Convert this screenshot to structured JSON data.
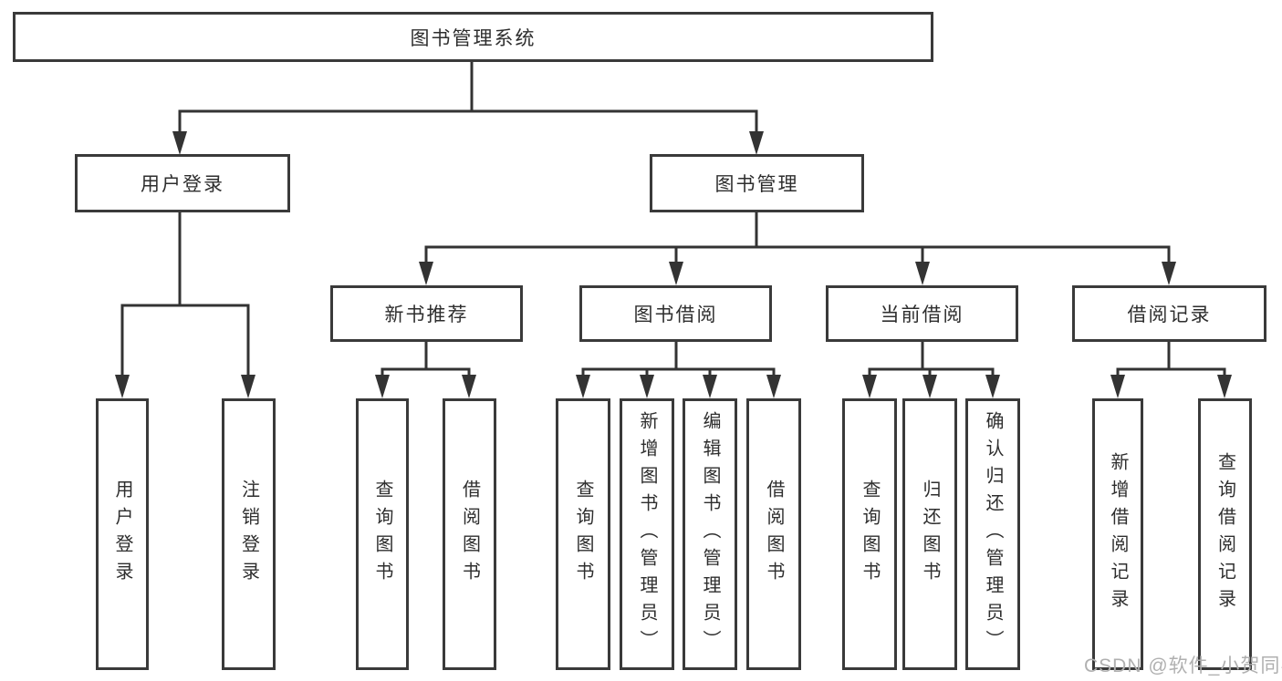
{
  "diagram_type": "hierarchy-tree",
  "tree": {
    "label": "图书管理系统",
    "children": [
      {
        "label": "用户登录",
        "children": [
          {
            "label": "用户登录"
          },
          {
            "label": "注销登录"
          }
        ]
      },
      {
        "label": "图书管理",
        "children": [
          {
            "label": "新书推荐",
            "children": [
              {
                "label": "查询图书"
              },
              {
                "label": "借阅图书"
              }
            ]
          },
          {
            "label": "图书借阅",
            "children": [
              {
                "label": "查询图书"
              },
              {
                "label": "新增图书（管理员）"
              },
              {
                "label": "编辑图书（管理员）"
              },
              {
                "label": "借阅图书"
              }
            ]
          },
          {
            "label": "当前借阅",
            "children": [
              {
                "label": "查询图书"
              },
              {
                "label": "归还图书"
              },
              {
                "label": "确认归还（管理员）"
              }
            ]
          },
          {
            "label": "借阅记录",
            "children": [
              {
                "label": "新增借阅记录"
              },
              {
                "label": "查询借阅记录"
              }
            ]
          }
        ]
      }
    ]
  },
  "watermark": {
    "text": "CSDN @软件_小贺同学",
    "color": "#b0b0b0"
  },
  "colors": {
    "line": "#333333",
    "box_border": "#3a3a3a",
    "text": "#2e2e2e",
    "background": "#ffffff"
  }
}
